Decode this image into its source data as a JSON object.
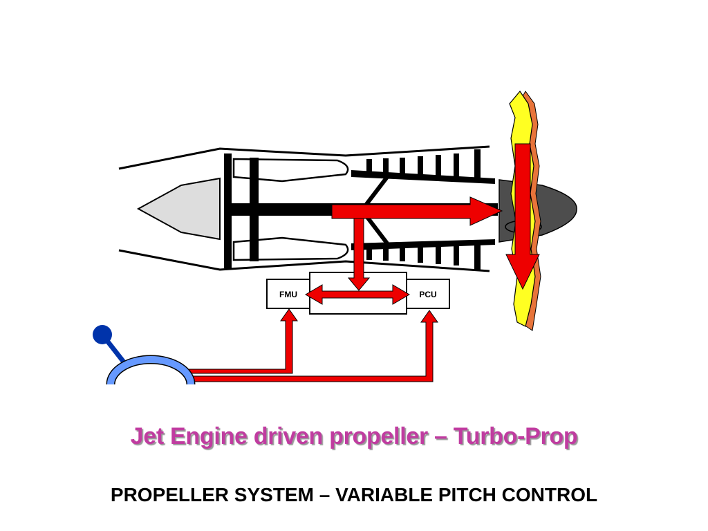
{
  "diagram": {
    "fmu_label": "FMU",
    "pcu_label": "PCU"
  },
  "title": "Jet Engine driven propeller – Turbo-Prop",
  "subtitle": "PROPELLER SYSTEM – VARIABLE PITCH CONTROL",
  "colors": {
    "flow_arrow": "#ee0000",
    "title": "#c03ca0",
    "propeller_blade": "#ffff22",
    "spinner": "#4d4d4d",
    "lever_knob": "#0033aa",
    "lever_quadrant": "#6699ff"
  }
}
